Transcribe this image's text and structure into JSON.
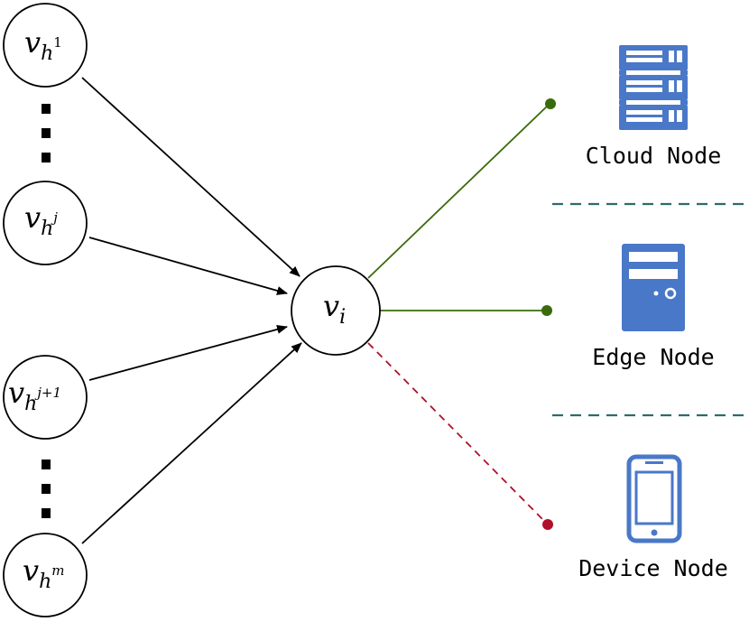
{
  "colors": {
    "arrow": "#000000",
    "green_link": "#3a6b0a",
    "red_link": "#b0102a",
    "divider": "#2e6b6b",
    "icon": "#4a78c8"
  },
  "inputs": [
    {
      "base": "v",
      "sub": "h",
      "sup": "1"
    },
    {
      "base": "v",
      "sub": "h",
      "sup": "j"
    },
    {
      "base": "v",
      "sub": "h",
      "sup": "j+1"
    },
    {
      "base": "v",
      "sub": "h",
      "sup": "m"
    }
  ],
  "center": {
    "base": "v",
    "sub": "i"
  },
  "tiers": [
    {
      "label": "Cloud Node",
      "icon": "server-rack-icon",
      "link": "solid-green"
    },
    {
      "label": "Edge Node",
      "icon": "server-tower-icon",
      "link": "solid-green"
    },
    {
      "label": "Device Node",
      "icon": "smartphone-icon",
      "link": "dashed-red"
    }
  ]
}
